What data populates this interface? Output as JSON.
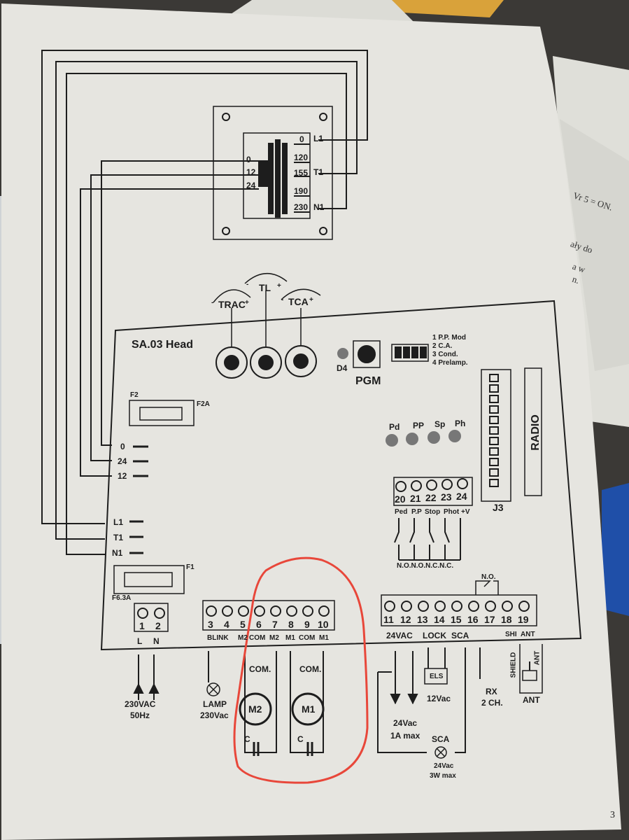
{
  "transformer": {
    "primary_taps": [
      "0",
      "120",
      "155",
      "190",
      "230"
    ],
    "secondary_taps": [
      "0",
      "12",
      "24"
    ],
    "line_labels": [
      "L1",
      "T1",
      "N1"
    ]
  },
  "trimmers": {
    "trac": "TRAC",
    "tl": "TL",
    "tca": "TCA",
    "minus": "-",
    "plus": "+"
  },
  "board": {
    "title": "SA.03 Head",
    "led_label": "D4",
    "button_label": "PGM",
    "dip_labels": [
      "1 P.P. Mod",
      "2 C.A.",
      "3 Cond.",
      "4 Prelamp."
    ],
    "fuse_top_left": "F2",
    "fuse_top_right": "F2A",
    "fuse_bottom_right": "F1",
    "fuse_bottom_left": "F6.3A",
    "secondary_outputs": [
      "0",
      "24",
      "12"
    ],
    "primary_outputs": [
      "L1",
      "T1",
      "N1"
    ],
    "status_leds": [
      "Pd",
      "PP",
      "Sp",
      "Ph"
    ],
    "radio_label": "RADIO",
    "connector_label": "J3"
  },
  "terminals": {
    "power": [
      "1",
      "2"
    ],
    "power_names": [
      "L",
      "N"
    ],
    "motors": [
      "3",
      "4",
      "5",
      "6",
      "7",
      "8",
      "9",
      "10"
    ],
    "motor_names": [
      "BLINK",
      "M2",
      "COM",
      "M2",
      "M1",
      "COM",
      "M1"
    ],
    "aux": [
      "11",
      "12",
      "13",
      "14",
      "15",
      "16",
      "17",
      "18",
      "19"
    ],
    "aux_names": [
      "24VAC",
      "LOCK",
      "SCA",
      "SHI",
      "ANT"
    ],
    "inputs": [
      "20",
      "21",
      "22",
      "23",
      "24"
    ],
    "input_names": [
      "Ped",
      "P.P",
      "Stop",
      "Phot",
      "+V"
    ],
    "contacts": "N.O.N.O.N.C.N.C.",
    "relay": "N.O."
  },
  "peripherals": {
    "mains": [
      "230VAC",
      "50Hz"
    ],
    "lamp": [
      "LAMP",
      "230Vac"
    ],
    "com": "COM.",
    "motor_left": "M2",
    "motor_right": "M1",
    "capacitor": "C",
    "supply": [
      "24Vac",
      "1A max"
    ],
    "lock_symbol": "ELS",
    "lock_voltage": "12Vac",
    "receiver": [
      "RX",
      "2 CH."
    ],
    "shield": "SHIELD",
    "antenna": "ANT",
    "sca_label": "SCA",
    "sca_rating": [
      "24Vac",
      "3W max"
    ]
  },
  "page_number": "3",
  "background_notes": [
    "Vr 5 = ON.",
    "ały do",
    "a w",
    "n."
  ],
  "colors": {
    "paper": "#e6e5e0",
    "ink": "#1d1d1d",
    "annotation": "#e8473a"
  }
}
